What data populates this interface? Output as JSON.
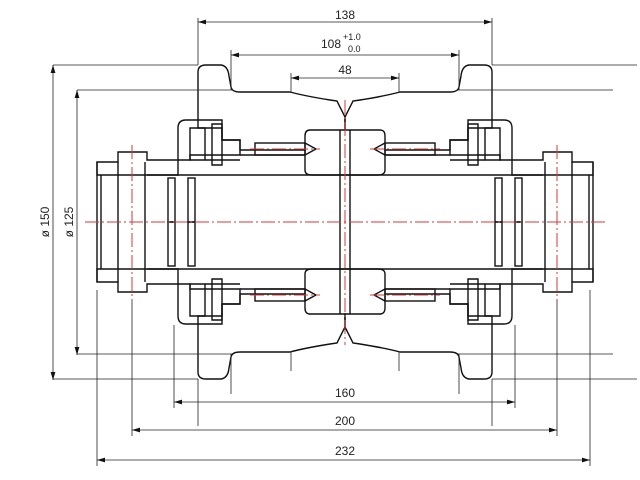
{
  "drawing": {
    "dimensions": {
      "overall_flange_width": "138",
      "tread_width": "108",
      "tread_tol_upper": "+1.0",
      "tread_tol_lower": "0.0",
      "center_groove_width": "48",
      "hub_width": "160",
      "pin_span": "200",
      "total_length": "232",
      "outer_diameter": "ø 150",
      "tread_diameter": "ø 125"
    },
    "colors": {
      "outline": "#111111",
      "hatch": "#7fdede",
      "centerline": "#d23b3b"
    }
  }
}
